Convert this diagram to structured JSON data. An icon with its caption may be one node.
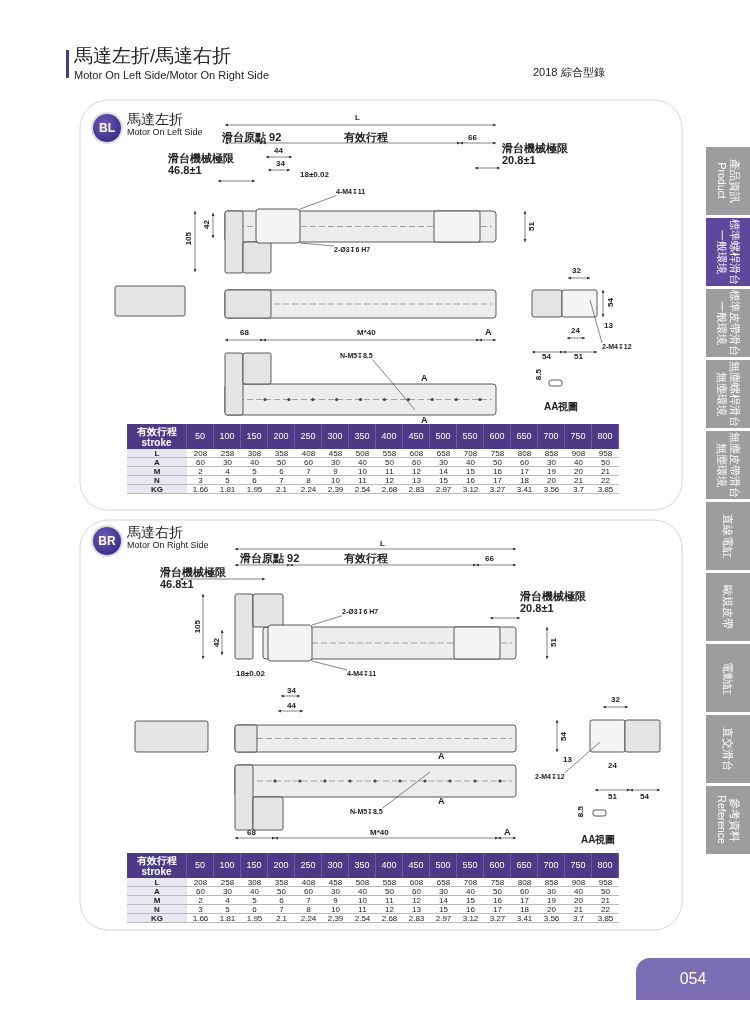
{
  "diagram": {
    "title": "馬達左折/馬達右折",
    "nodes": [
      {
        "text": [
          "BL"
        ],
        "beside": [
          "馬達左折",
          "Motor On Left Side"
        ]
      },
      {
        "text": [
          "4-M4↧11"
        ]
      },
      {
        "text": [
          "2-Ø3↧6 H7"
        ]
      },
      {
        "text": [
          "N-M5↧8.5"
        ]
      },
      {
        "text": [
          "2-M4↧12"
        ]
      },
      {
        "text": [
          "BR"
        ],
        "beside": [
          "馬達右折",
          "Motor On Right Side"
        ]
      },
      {
        "text": [
          "2-Ø3↧6 H7"
        ]
      },
      {
        "text": [
          "4-M4↧11"
        ]
      },
      {
        "text": [
          "N-M5↧8.5"
        ]
      },
      {
        "text": [
          "2-M4↧12"
        ]
      },
      {
        "text": [
          "產品資訊",
          "Product"
        ]
      },
      {
        "text": [
          "標準螺桿滑台",
          "一般環境"
        ]
      },
      {
        "text": [
          "標準皮帶滑台",
          "一般環境"
        ]
      },
      {
        "text": [
          "無塵螺桿滑台",
          "無塵環境"
        ]
      },
      {
        "text": [
          "無塵皮帶滑台",
          "無塵環境"
        ]
      },
      {
        "text": [
          "直線電缸"
        ]
      },
      {
        "text": [
          "歐規皮帶"
        ]
      },
      {
        "text": [
          "電動缸"
        ]
      },
      {
        "text": [
          "直交滑台"
        ]
      },
      {
        "text": [
          "參考資料",
          "Reference"
        ]
      },
      {
        "text": [
          "054"
        ]
      },
      {
        "text": [],
        "shape": "box"
      },
      {
        "text": [],
        "shape": "box"
      }
    ],
    "edges": [
      {
        "from": 1,
        "to": 21,
        "arrow": "none"
      },
      {
        "from": 2,
        "to": 21,
        "arrow": "none"
      },
      {
        "from": 3,
        "to": null,
        "arrow": "none"
      },
      {
        "from": 4,
        "to": null,
        "arrow": "none"
      },
      {
        "from": 6,
        "to": 22,
        "arrow": "none"
      },
      {
        "from": 7,
        "to": 22,
        "arrow": "none"
      },
      {
        "from": 8,
        "to": null,
        "arrow": "none"
      },
      {
        "from": 9,
        "to": null,
        "arrow": "none"
      }
    ],
    "labels": [
      "Motor On Left Side/Motor On Right Side",
      "2018 綜合型錄",
      "L",
      "滑台原點 92",
      "有效行程",
      "66",
      "44",
      "34",
      "18±0.02",
      "滑台機械極限 46.8±1",
      "滑台機械極限 20.8±1",
      "105",
      "42",
      "51",
      "32",
      "54",
      "24",
      "13",
      "54",
      "51",
      "68",
      "M*40",
      "A",
      "A",
      "A",
      "8.5",
      "AA視圖",
      "有效行程 stroke",
      "50",
      "100",
      "150",
      "200",
      "250",
      "300",
      "350",
      "400",
      "450",
      "500",
      "550",
      "600",
      "650",
      "700",
      "750",
      "800",
      "L",
      "208",
      "258",
      "308",
      "358",
      "408",
      "458",
      "508",
      "558",
      "608",
      "658",
      "708",
      "758",
      "808",
      "858",
      "908",
      "958",
      "A",
      "60",
      "30",
      "40",
      "50",
      "60",
      "30",
      "40",
      "50",
      "60",
      "30",
      "40",
      "50",
      "60",
      "30",
      "40",
      "50",
      "M",
      "2",
      "4",
      "5",
      "6",
      "7",
      "9",
      "10",
      "11",
      "12",
      "14",
      "15",
      "16",
      "17",
      "19",
      "20",
      "21",
      "N",
      "3",
      "5",
      "6",
      "7",
      "8",
      "10",
      "11",
      "12",
      "13",
      "15",
      "16",
      "17",
      "18",
      "20",
      "21",
      "22",
      "KG",
      "1.66",
      "1.81",
      "1.95",
      "2.1",
      "2.24",
      "2.39",
      "2.54",
      "2.68",
      "2.83",
      "2.97",
      "3.12",
      "3.27",
      "3.41",
      "3.56",
      "3.7",
      "3.85",
      "L",
      "滑台原點 92",
      "有效行程",
      "66",
      "44",
      "34",
      "18±0.02",
      "滑台機械極限 46.8±1",
      "滑台機械極限 20.8±1",
      "105",
      "42",
      "51",
      "32",
      "54",
      "24",
      "13",
      "51",
      "54",
      "68",
      "M*40",
      "A",
      "A",
      "A",
      "8.5",
      "AA視圖",
      "有效行程 stroke",
      "50",
      "100",
      "150",
      "200",
      "250",
      "300",
      "350",
      "400",
      "450",
      "500",
      "550",
      "600",
      "650",
      "700",
      "750",
      "800",
      "L",
      "208",
      "258",
      "308",
      "358",
      "408",
      "458",
      "508",
      "558",
      "608",
      "658",
      "708",
      "758",
      "808",
      "858",
      "908",
      "958",
      "A",
      "60",
      "30",
      "40",
      "50",
      "60",
      "30",
      "40",
      "50",
      "60",
      "30",
      "40",
      "50",
      "60",
      "30",
      "40",
      "50",
      "M",
      "2",
      "4",
      "5",
      "6",
      "7",
      "9",
      "10",
      "11",
      "12",
      "14",
      "15",
      "16",
      "17",
      "19",
      "20",
      "21",
      "N",
      "3",
      "5",
      "6",
      "7",
      "8",
      "10",
      "11",
      "12",
      "13",
      "15",
      "16",
      "17",
      "18",
      "20",
      "21",
      "22",
      "KG",
      "1.66",
      "1.81",
      "1.95",
      "2.1",
      "2.24",
      "2.39",
      "2.54",
      "2.68",
      "2.83",
      "2.97",
      "3.12",
      "3.27",
      "3.41",
      "3.56",
      "3.7",
      "3.85"
    ]
  }
}
